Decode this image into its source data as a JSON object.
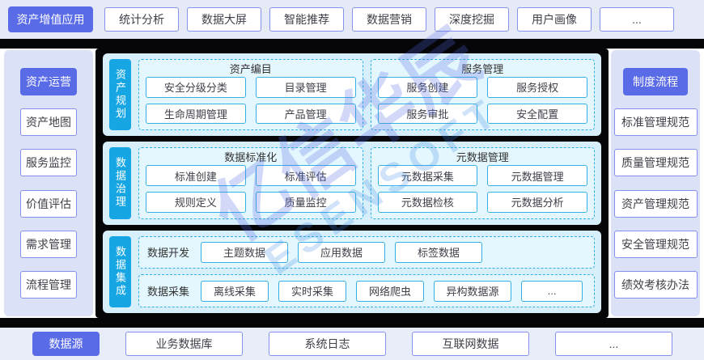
{
  "colors": {
    "accent_indigo": "#5A6BE8",
    "accent_cyan": "#17A6E4",
    "panel_lavender": "#DBE1F7",
    "panel_cyan": "#D7EFFB",
    "container_black": "#060608",
    "dashed_border_cyan": "#2FB0E6",
    "button_border_indigo": "#8691EE"
  },
  "watermark": {
    "line1": "亿信华辰",
    "line2": "ESENSOFT"
  },
  "top_row": {
    "label": "资产增值应用",
    "items": [
      "统计分析",
      "数据大屏",
      "智能推荐",
      "数据营销",
      "深度挖掘",
      "用户画像",
      "..."
    ]
  },
  "left_panel": {
    "label": "资产运营",
    "items": [
      "资产地图",
      "服务监控",
      "价值评估",
      "需求管理",
      "流程管理"
    ]
  },
  "right_panel": {
    "label": "制度流程",
    "items": [
      "标准管理规范",
      "质量管理规范",
      "资产管理规范",
      "安全管理规范",
      "绩效考核办法"
    ]
  },
  "sections": [
    {
      "label": "资产规划",
      "groups": [
        {
          "title": "资产编目",
          "items": [
            "安全分级分类",
            "目录管理",
            "生命周期管理",
            "产品管理"
          ]
        },
        {
          "title": "服务管理",
          "items": [
            "服务创建",
            "服务授权",
            "服务审批",
            "安全配置"
          ]
        }
      ]
    },
    {
      "label": "数据治理",
      "groups": [
        {
          "title": "数据标准化",
          "items": [
            "标准创建",
            "标准评估",
            "规则定义",
            "质量监控"
          ]
        },
        {
          "title": "元数据管理",
          "items": [
            "元数据采集",
            "元数据管理",
            "元数据检核",
            "元数据分析"
          ]
        }
      ]
    },
    {
      "label": "数据集成",
      "rows": [
        {
          "title": "数据开发",
          "items": [
            "主题数据",
            "应用数据",
            "标签数据"
          ]
        },
        {
          "title": "数据采集",
          "items": [
            "离线采集",
            "实时采集",
            "网络爬虫",
            "异构数据源",
            "..."
          ]
        }
      ]
    }
  ],
  "bottom_row": {
    "label": "数据源",
    "items": [
      "业务数据库",
      "系统日志",
      "互联网数据",
      "..."
    ]
  }
}
